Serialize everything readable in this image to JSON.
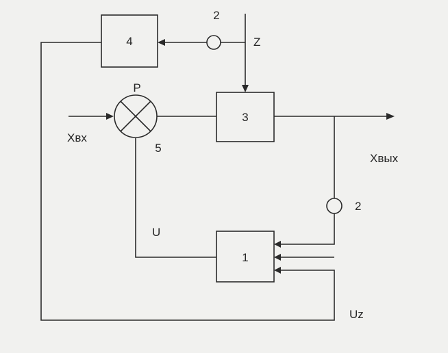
{
  "blocks": {
    "block_1": "1",
    "block_3": "3",
    "block_4": "4"
  },
  "labels": {
    "top_sensor_number": "2",
    "right_sensor_number": "2",
    "disturbance": "Z",
    "comparator_letter": "P",
    "comparator_number": "5",
    "input": "Xвх",
    "output": "Xвых",
    "control_signal": "U",
    "setpoint_signal": "Uz"
  }
}
